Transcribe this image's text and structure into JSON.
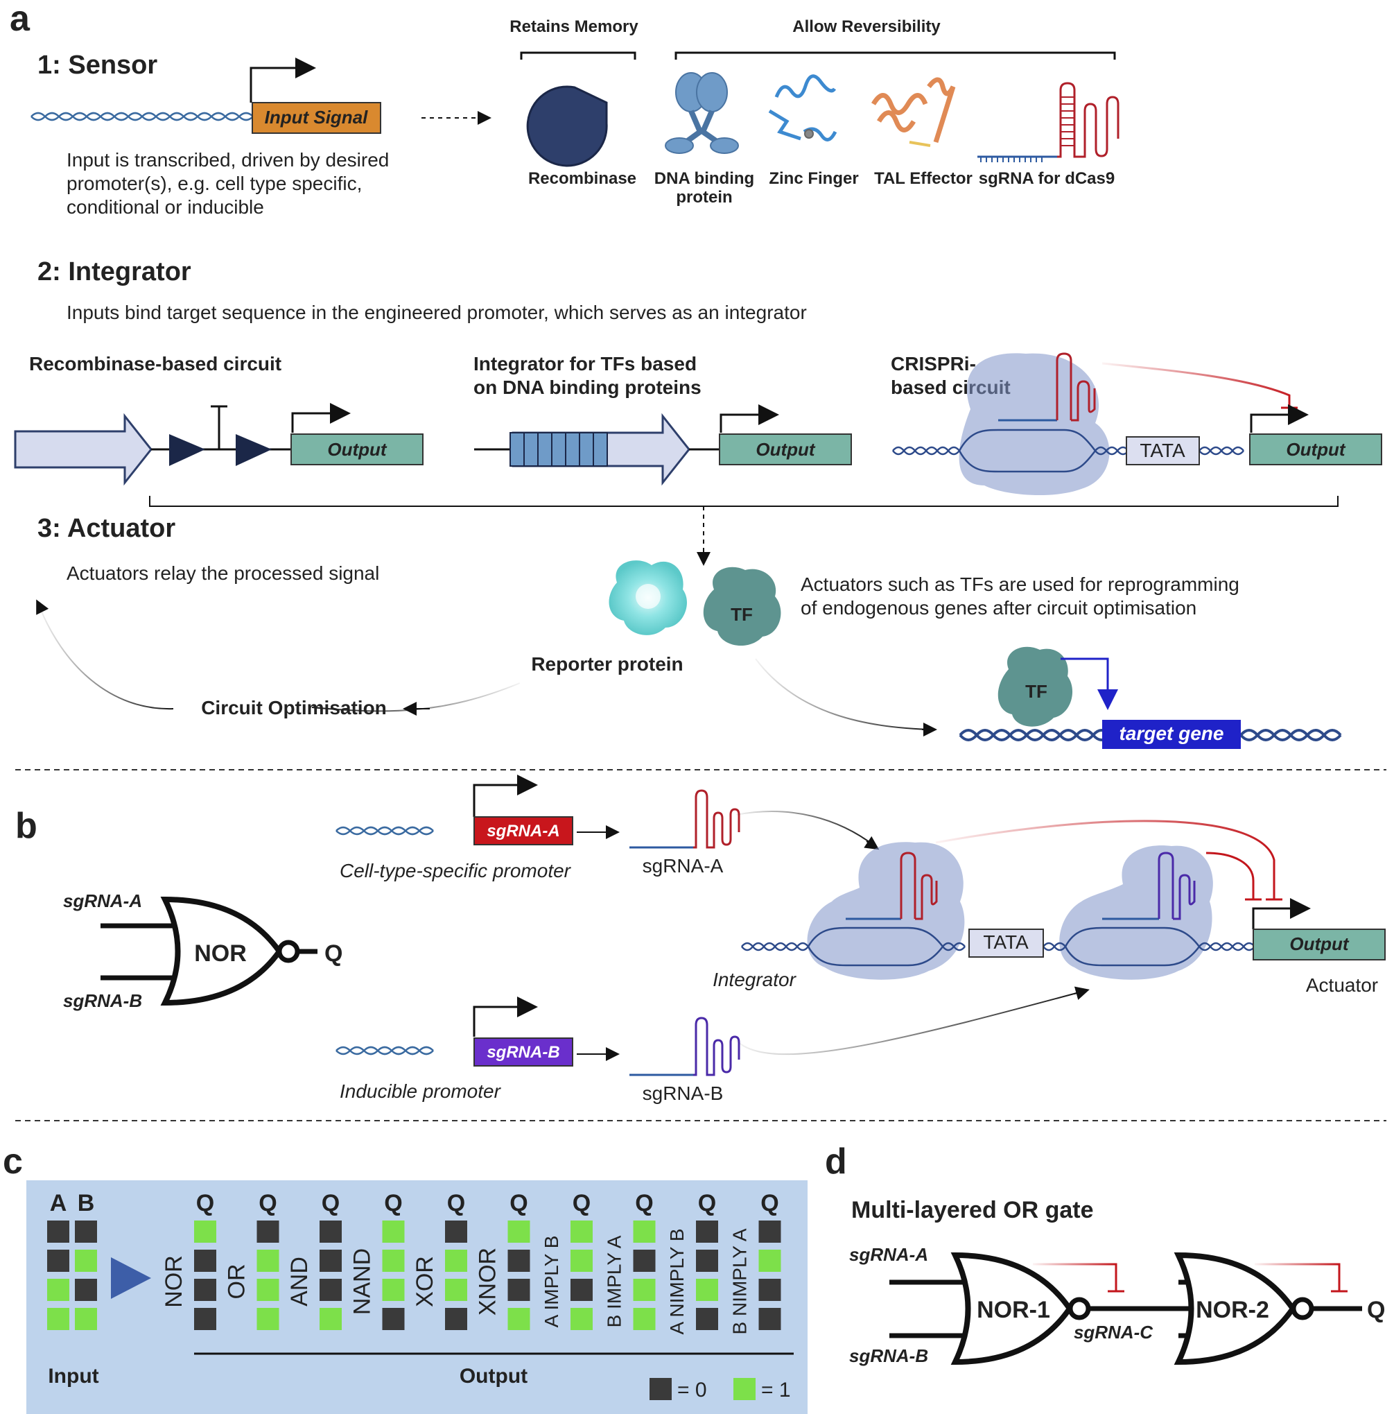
{
  "panel_a": {
    "letter": "a",
    "sensor": {
      "title": "1: Sensor",
      "input_box": "Input Signal",
      "description": [
        "Input  is transcribed, driven by desired",
        "promoter(s), e.g. cell type specific,",
        "conditional or inducible"
      ],
      "retains_memory": "Retains Memory",
      "allow_reversibility": "Allow Reversibility",
      "recombinase": "Recombinase",
      "dna_binding_protein": [
        "DNA binding",
        "protein"
      ],
      "zinc_finger": "Zinc Finger",
      "tal_effector": "TAL Effector",
      "sgrna_dcas9": "sgRNA for dCas9"
    },
    "integrator": {
      "title": "2: Integrator",
      "description": "Inputs bind target sequence in the engineered promoter, which serves as an integrator",
      "recombinase_circuit": "Recombinase-based circuit",
      "tf_integrator": [
        "Integrator for TFs based",
        "on DNA binding proteins"
      ],
      "crispri": [
        "CRISPRi-",
        "based circuit"
      ],
      "output": "Output",
      "tata": "TATA"
    },
    "actuator": {
      "title": "3: Actuator",
      "description": "Actuators relay the processed signal",
      "tf_description": [
        "Actuators such as TFs are used for reprogramming",
        "of endogenous genes after circuit optimisation"
      ],
      "reporter": "Reporter protein",
      "tf": "TF",
      "circuit_optimisation": "Circuit Optimisation",
      "target_gene": "target gene"
    }
  },
  "panel_b": {
    "letter": "b",
    "sgrna_a_box": "sgRNA-A",
    "sgrna_b_box": "sgRNA-B",
    "cell_type_promoter": "Cell-type-specific promoter",
    "inducible_promoter": "Inducible promoter",
    "sgrna_a": "sgRNA-A",
    "sgrna_b": "sgRNA-B",
    "gate_input_a": "sgRNA-A",
    "gate_input_b": "sgRNA-B",
    "gate": "NOR",
    "gate_output": "Q",
    "integrator": "Integrator",
    "tata": "TATA",
    "output": "Output",
    "actuator": "Actuator"
  },
  "panel_c": {
    "letter": "c",
    "input_headers": [
      "A",
      "B"
    ],
    "input_rows": [
      [
        0,
        0
      ],
      [
        0,
        1
      ],
      [
        1,
        0
      ],
      [
        1,
        1
      ]
    ],
    "gates": [
      {
        "name": "NOR",
        "q": [
          1,
          0,
          0,
          0
        ]
      },
      {
        "name": "OR",
        "q": [
          0,
          1,
          1,
          1
        ]
      },
      {
        "name": "AND",
        "q": [
          0,
          0,
          0,
          1
        ]
      },
      {
        "name": "NAND",
        "q": [
          1,
          1,
          1,
          0
        ]
      },
      {
        "name": "XOR",
        "q": [
          0,
          1,
          1,
          0
        ]
      },
      {
        "name": "XNOR",
        "q": [
          1,
          0,
          0,
          1
        ]
      },
      {
        "name": "A IMPLY B",
        "q": [
          1,
          1,
          0,
          1
        ]
      },
      {
        "name": "B IMPLY A",
        "q": [
          1,
          0,
          1,
          1
        ]
      },
      {
        "name": "A NIMPLY B",
        "q": [
          0,
          0,
          1,
          0
        ]
      },
      {
        "name": "B NIMPLY A",
        "q": [
          0,
          1,
          0,
          0
        ]
      }
    ],
    "q_label": "Q",
    "input_label": "Input",
    "output_label": "Output",
    "legend_zero": "= 0",
    "legend_one": "= 1",
    "colors": {
      "zero": "#3a3a3a",
      "one": "#7de04a",
      "background": "#bed3ec",
      "arrow": "#3d5ea8"
    }
  },
  "panel_d": {
    "letter": "d",
    "title": "Multi-layered OR gate",
    "input_a": "sgRNA-A",
    "input_b": "sgRNA-B",
    "gate1": "NOR-1",
    "gate2": "NOR-2",
    "intermediate": "sgRNA-C",
    "output": "Q"
  }
}
